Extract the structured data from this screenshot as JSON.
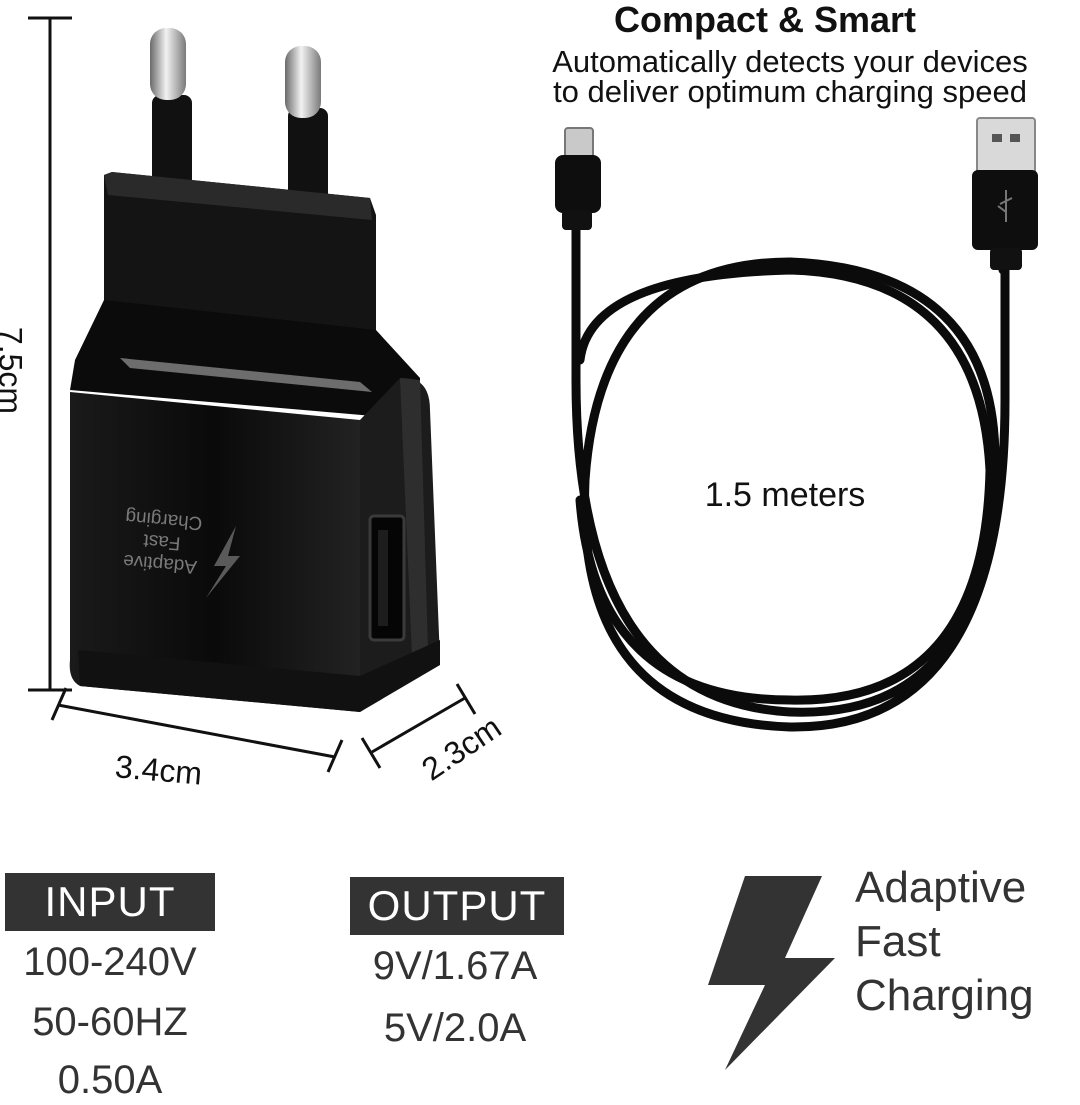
{
  "header": {
    "title": "Compact & Smart",
    "subtitle_line1": "Automatically detects your devices",
    "subtitle_line2": "to deliver optimum charging speed"
  },
  "cable": {
    "length_label": "1.5 meters"
  },
  "dimensions": {
    "height": "7.5cm",
    "width": "3.4cm",
    "depth": "2.3cm"
  },
  "charger_print": {
    "line1": "Adaptive",
    "line2": "Fast",
    "line3": "Charging"
  },
  "input": {
    "label": "INPUT",
    "lines": [
      "100-240V",
      "50-60HZ",
      "0.50A"
    ]
  },
  "output": {
    "label": "OUTPUT",
    "lines": [
      "9V/1.67A",
      "5V/2.0A"
    ]
  },
  "brand": {
    "line1": "Adaptive",
    "line2": "Fast",
    "line3": "Charging"
  },
  "colors": {
    "charger": "#0d0d0d",
    "tag_bg": "#333333",
    "text": "#111111"
  },
  "icons": {
    "bolt": "lightning-bolt-icon"
  }
}
